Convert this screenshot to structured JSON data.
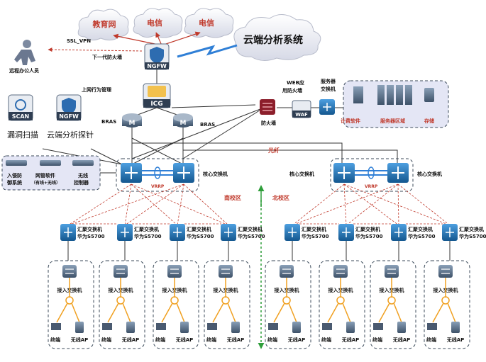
{
  "clouds": {
    "edu": "教育网",
    "telecom1": "电信",
    "telecom2": "电信",
    "analysis": "云端分析系统"
  },
  "remote": {
    "vpn": "SSL_VPN",
    "user": "远程办公人员"
  },
  "ngfw": {
    "caption": "下一代防火墙",
    "badge": "NGFW"
  },
  "icg": {
    "caption": "上网行为管理",
    "badge": "ICG"
  },
  "left_tools": {
    "scan_badge": "SCAN",
    "ngfw_badge": "NGFW",
    "scan_label": "漏洞扫描",
    "probe_label": "云端分析探针"
  },
  "bras": {
    "left": "BRAS",
    "right": "BRAS",
    "glyph": "M"
  },
  "dmz": {
    "web_fw_line1": "WEB应",
    "web_fw_line2": "用防火墙",
    "waf_badge": "WAF",
    "server_sw_line1": "服务器",
    "server_sw_line2": "交换机",
    "firewall": "防火墙",
    "billing": "计费软件",
    "server_area": "服务器区域",
    "storage": "存储"
  },
  "fiber": "光纤",
  "security_box": {
    "ids_line1": "入侵防",
    "ids_line2": "御系统",
    "nms_line1": "网管软件",
    "nms_line2": "（有线+无线）",
    "wlc_line1": "无线",
    "wlc_line2": "控制器"
  },
  "south": {
    "core_label": "核心交换机",
    "vrrp": "VRRP",
    "zone": "南校区",
    "agg_line1": "汇聚交换机",
    "agg_line2": "华为S5700"
  },
  "north": {
    "core_label_left": "核心交换机",
    "core_label_right": "核心交换机",
    "vrrp": "VRRP",
    "zone": "北校区",
    "agg_line1": "汇聚交换机",
    "agg_line2": "华为S5700"
  },
  "access": {
    "switch_label": "接入交换机",
    "terminal": "终端",
    "wireless_ap": "无线AP"
  },
  "colors": {
    "cloud": "#e8eaf2",
    "cloud_text": "#c0392b",
    "switch_blue": "#1f6fb2",
    "red_link": "#c0392b",
    "box_border": "#3b4a5a",
    "dmz_fill": "#e4e6f5",
    "green_arrow": "#2e9e3a",
    "tree_orange": "#f0a020"
  }
}
